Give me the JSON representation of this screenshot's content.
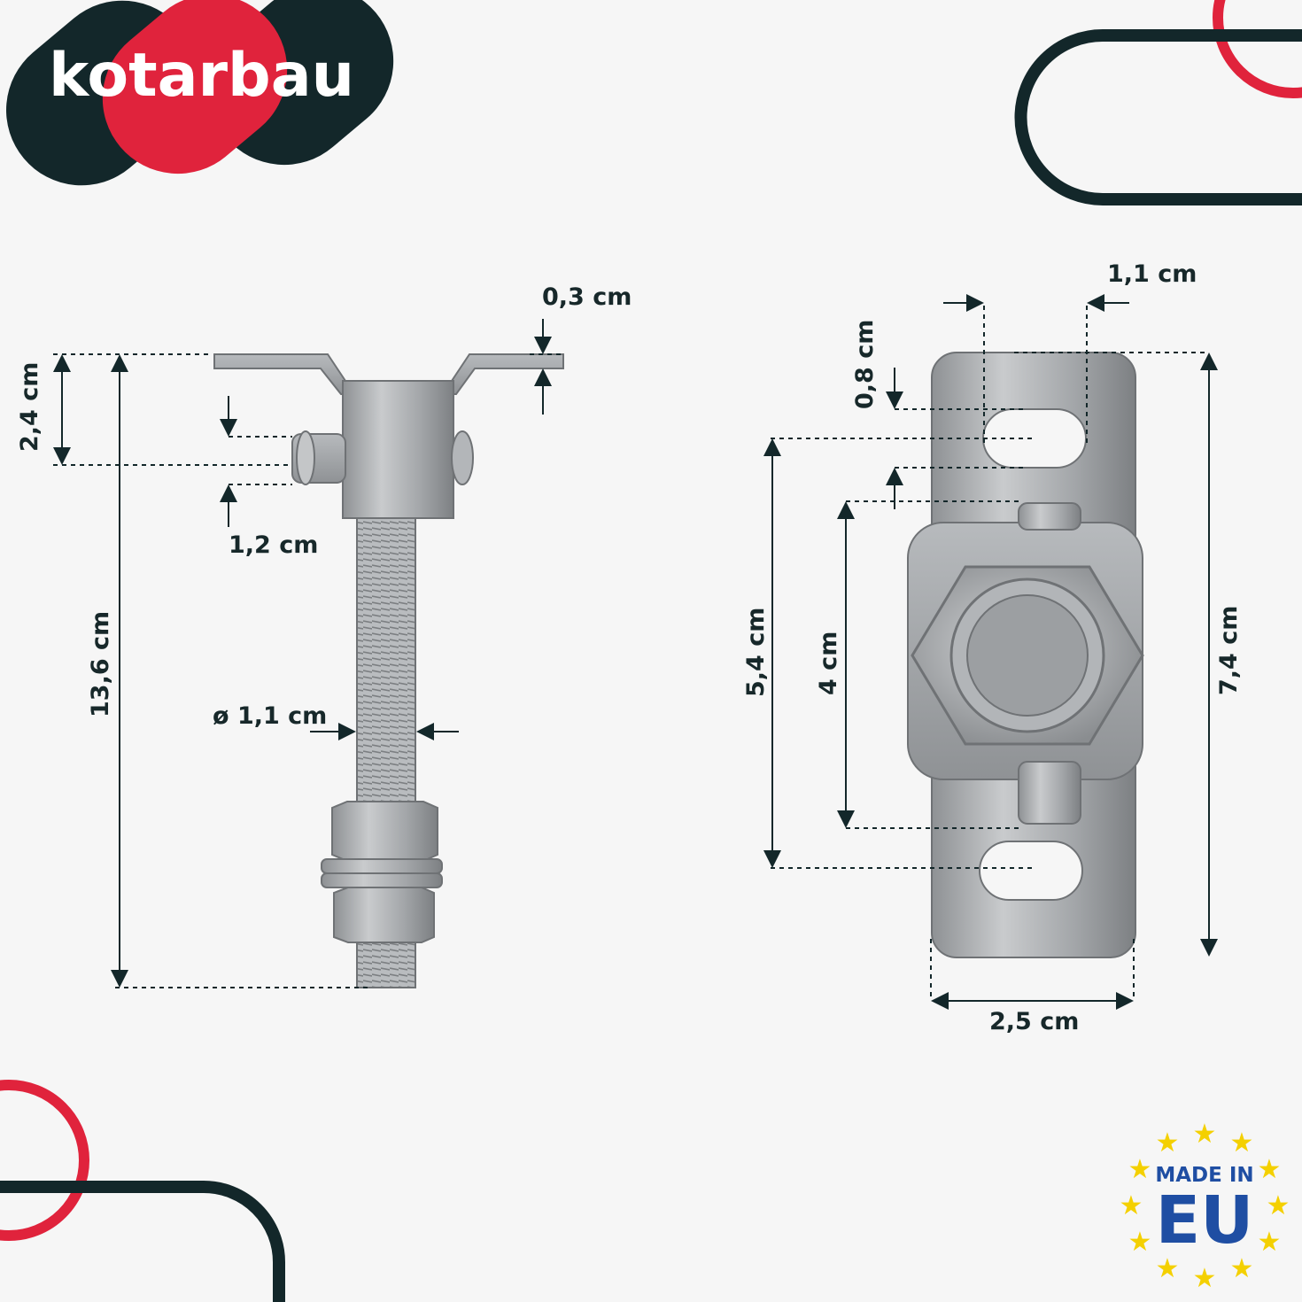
{
  "brand": {
    "logo_text": "kotarbau",
    "colors": {
      "dark": "#13272a",
      "red": "#e0233c",
      "background": "#f6f6f6",
      "metal": "#a9acaf"
    }
  },
  "badge": {
    "line1": "MADE IN",
    "line2": "EU",
    "star_color": "#f4d000",
    "text_color": "#1f4ea3"
  },
  "hinge_side_view": {
    "dimensions": {
      "plate_thickness": "0,3 cm",
      "top_height": "2,4 cm",
      "pin_height": "1,2 cm",
      "total_length": "13,6 cm",
      "thread_diameter": "ø 1,1 cm"
    }
  },
  "hinge_front_view": {
    "dimensions": {
      "slot_width": "1,1 cm",
      "slot_offset": "0,8 cm",
      "hole_spacing": "5,4 cm",
      "inner_height": "4 cm",
      "total_height": "7,4 cm",
      "plate_width": "2,5 cm"
    }
  }
}
